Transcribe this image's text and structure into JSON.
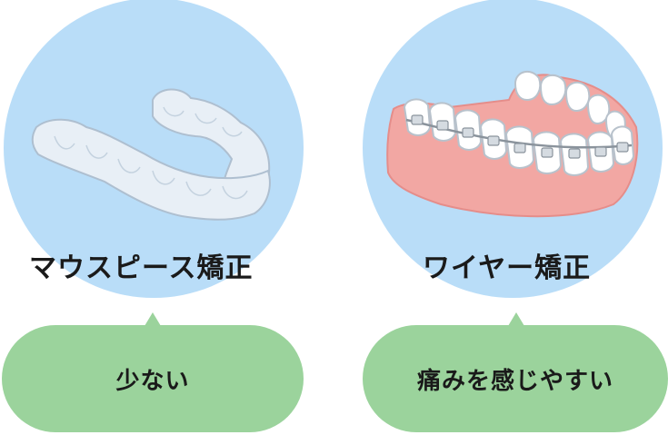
{
  "cards": [
    {
      "title": "マウスピース矯正",
      "bubble_text": "少ない",
      "illustration": "clear-aligner-icon"
    },
    {
      "title": "ワイヤー矯正",
      "bubble_text": "痛みを感じやすい",
      "illustration": "wire-braces-icon"
    }
  ],
  "colors": {
    "circle": "#b9ddf8",
    "bubble": "#9bd39c",
    "gum": "#f2a7a3",
    "aligner": "#e6eef5"
  }
}
